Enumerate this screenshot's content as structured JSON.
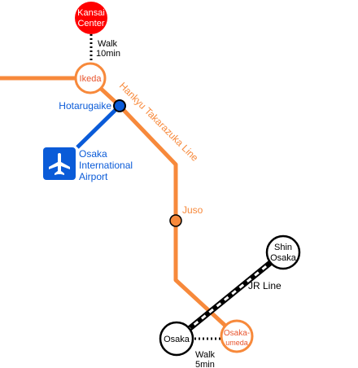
{
  "stations": {
    "kansai_center": {
      "line1": "Kansai",
      "line2": "Center",
      "color": "#ff0000"
    },
    "ikeda": {
      "label": "Ikeda"
    },
    "hotarugaike": {
      "label": "Hotarugaike"
    },
    "juso": {
      "label": "Juso"
    },
    "shin_osaka": {
      "line1": "Shin",
      "line2": "Osaka"
    },
    "osaka": {
      "label": "Osaka"
    },
    "osaka_umeda": {
      "line1": "Osaka-",
      "line2": "umeda"
    }
  },
  "airport": {
    "line1": "Osaka",
    "line2": "International",
    "line3": "Airport",
    "icon": "airplane-icon"
  },
  "lines": {
    "hankyu": {
      "label": "Hankyu Takarazuka Line",
      "color": "#f7893b"
    },
    "jr": {
      "label": "JR Line"
    },
    "monorail": {
      "color": "#0a5bd8"
    }
  },
  "walks": {
    "kansai_ikeda": {
      "line1": "Walk",
      "line2": "10min"
    },
    "osaka_umeda": {
      "line1": "Walk",
      "line2": "5min"
    }
  }
}
